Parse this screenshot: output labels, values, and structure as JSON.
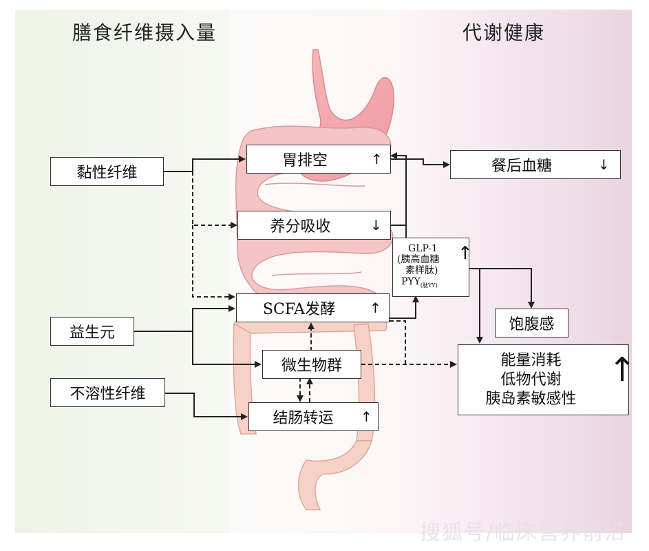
{
  "headers": {
    "left": "膳食纤维摄入量",
    "right": "代谢健康"
  },
  "inputs": {
    "viscous_fiber": "黏性纤维",
    "prebiotic": "益生元",
    "insoluble_fiber": "不溶性纤维"
  },
  "center": {
    "gastric_emptying": "胃排空",
    "nutrient_absorption": "养分吸收",
    "scfa": "SCFA发酵",
    "microbiota": "微生物群",
    "colonic_transit": "结肠转运"
  },
  "hormones": {
    "line1": "GLP-1",
    "line2": "(胰高血糖",
    "line3": "素样肽)",
    "line4": "PYY",
    "line4_sub": "(肽YY)"
  },
  "outcomes": {
    "postprandial_glucose": "餐后血糖",
    "satiety": "饱腹感",
    "line1": "能量消耗",
    "line2": "低物代谢",
    "line3": "胰岛素敏感性"
  },
  "arrow_glyphs": {
    "up": "↑",
    "down": "↓"
  },
  "colors": {
    "organ_fill": "#f2a7ad",
    "organ_light": "#f7cfcf",
    "colon_fill": "#f4c9bc",
    "line": "#222222"
  },
  "watermark": "搜狐号/临床营养前沿"
}
